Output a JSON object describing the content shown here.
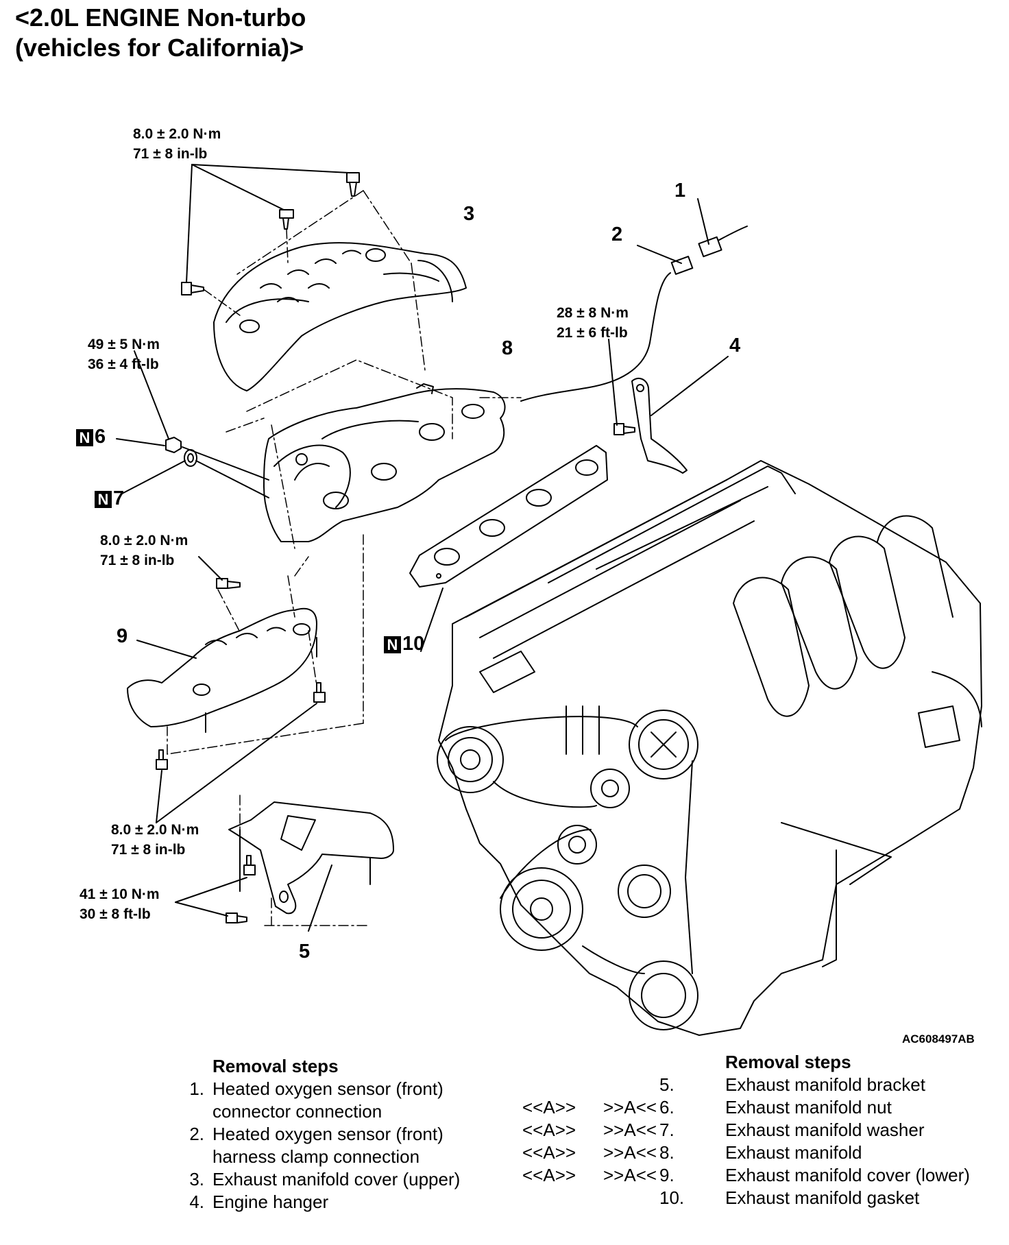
{
  "header": {
    "title_line1": "<2.0L ENGINE Non-turbo",
    "title_line2": "(vehicles for California)>"
  },
  "torques": [
    {
      "nm": "8.0 ± 2.0 N·m",
      "imp": "71 ± 8 in-lb"
    },
    {
      "nm": "49 ± 5 N·m",
      "imp": "36 ± 4 ft-lb"
    },
    {
      "nm": "28 ± 8 N·m",
      "imp": "21 ± 6 ft-lb"
    },
    {
      "nm": "8.0 ± 2.0 N·m",
      "imp": "71 ± 8 in-lb"
    },
    {
      "nm": "8.0 ± 2.0 N·m",
      "imp": "71 ± 8 in-lb"
    },
    {
      "nm": "41 ± 10 N·m",
      "imp": "30 ± 8 ft-lb"
    }
  ],
  "callouts": {
    "c1": "1",
    "c2": "2",
    "c3": "3",
    "c4": "4",
    "c5": "5",
    "c6": "6",
    "c7": "7",
    "c8": "8",
    "c9": "9",
    "c10": "10",
    "n_badge": "N"
  },
  "figure_id": "AC608497AB",
  "removal_steps_left": {
    "heading": "Removal steps",
    "items": [
      {
        "num": "1.",
        "line1": "Heated oxygen sensor (front)",
        "line2": "connector connection"
      },
      {
        "num": "2.",
        "line1": "Heated oxygen sensor (front)",
        "line2": "harness clamp connection"
      },
      {
        "num": "3.",
        "line1": "Exhaust manifold cover (upper)"
      },
      {
        "num": "4.",
        "line1": "Engine hanger"
      }
    ]
  },
  "removal_steps_right": {
    "heading": "Removal steps",
    "items": [
      {
        "num": "5.",
        "label": "Exhaust manifold bracket",
        "ref1": "",
        "ref2": ""
      },
      {
        "num": "6.",
        "label": "Exhaust manifold nut",
        "ref1": "<<A>>",
        "ref2": ">>A<<"
      },
      {
        "num": "7.",
        "label": "Exhaust manifold washer",
        "ref1": "<<A>>",
        "ref2": ">>A<<"
      },
      {
        "num": "8.",
        "label": "Exhaust manifold",
        "ref1": "<<A>>",
        "ref2": ">>A<<"
      },
      {
        "num": "9.",
        "label": "Exhaust manifold cover (lower)",
        "ref1": "<<A>>",
        "ref2": ">>A<<"
      },
      {
        "num": "10.",
        "label": "Exhaust manifold gasket",
        "ref1": "",
        "ref2": ""
      }
    ]
  }
}
